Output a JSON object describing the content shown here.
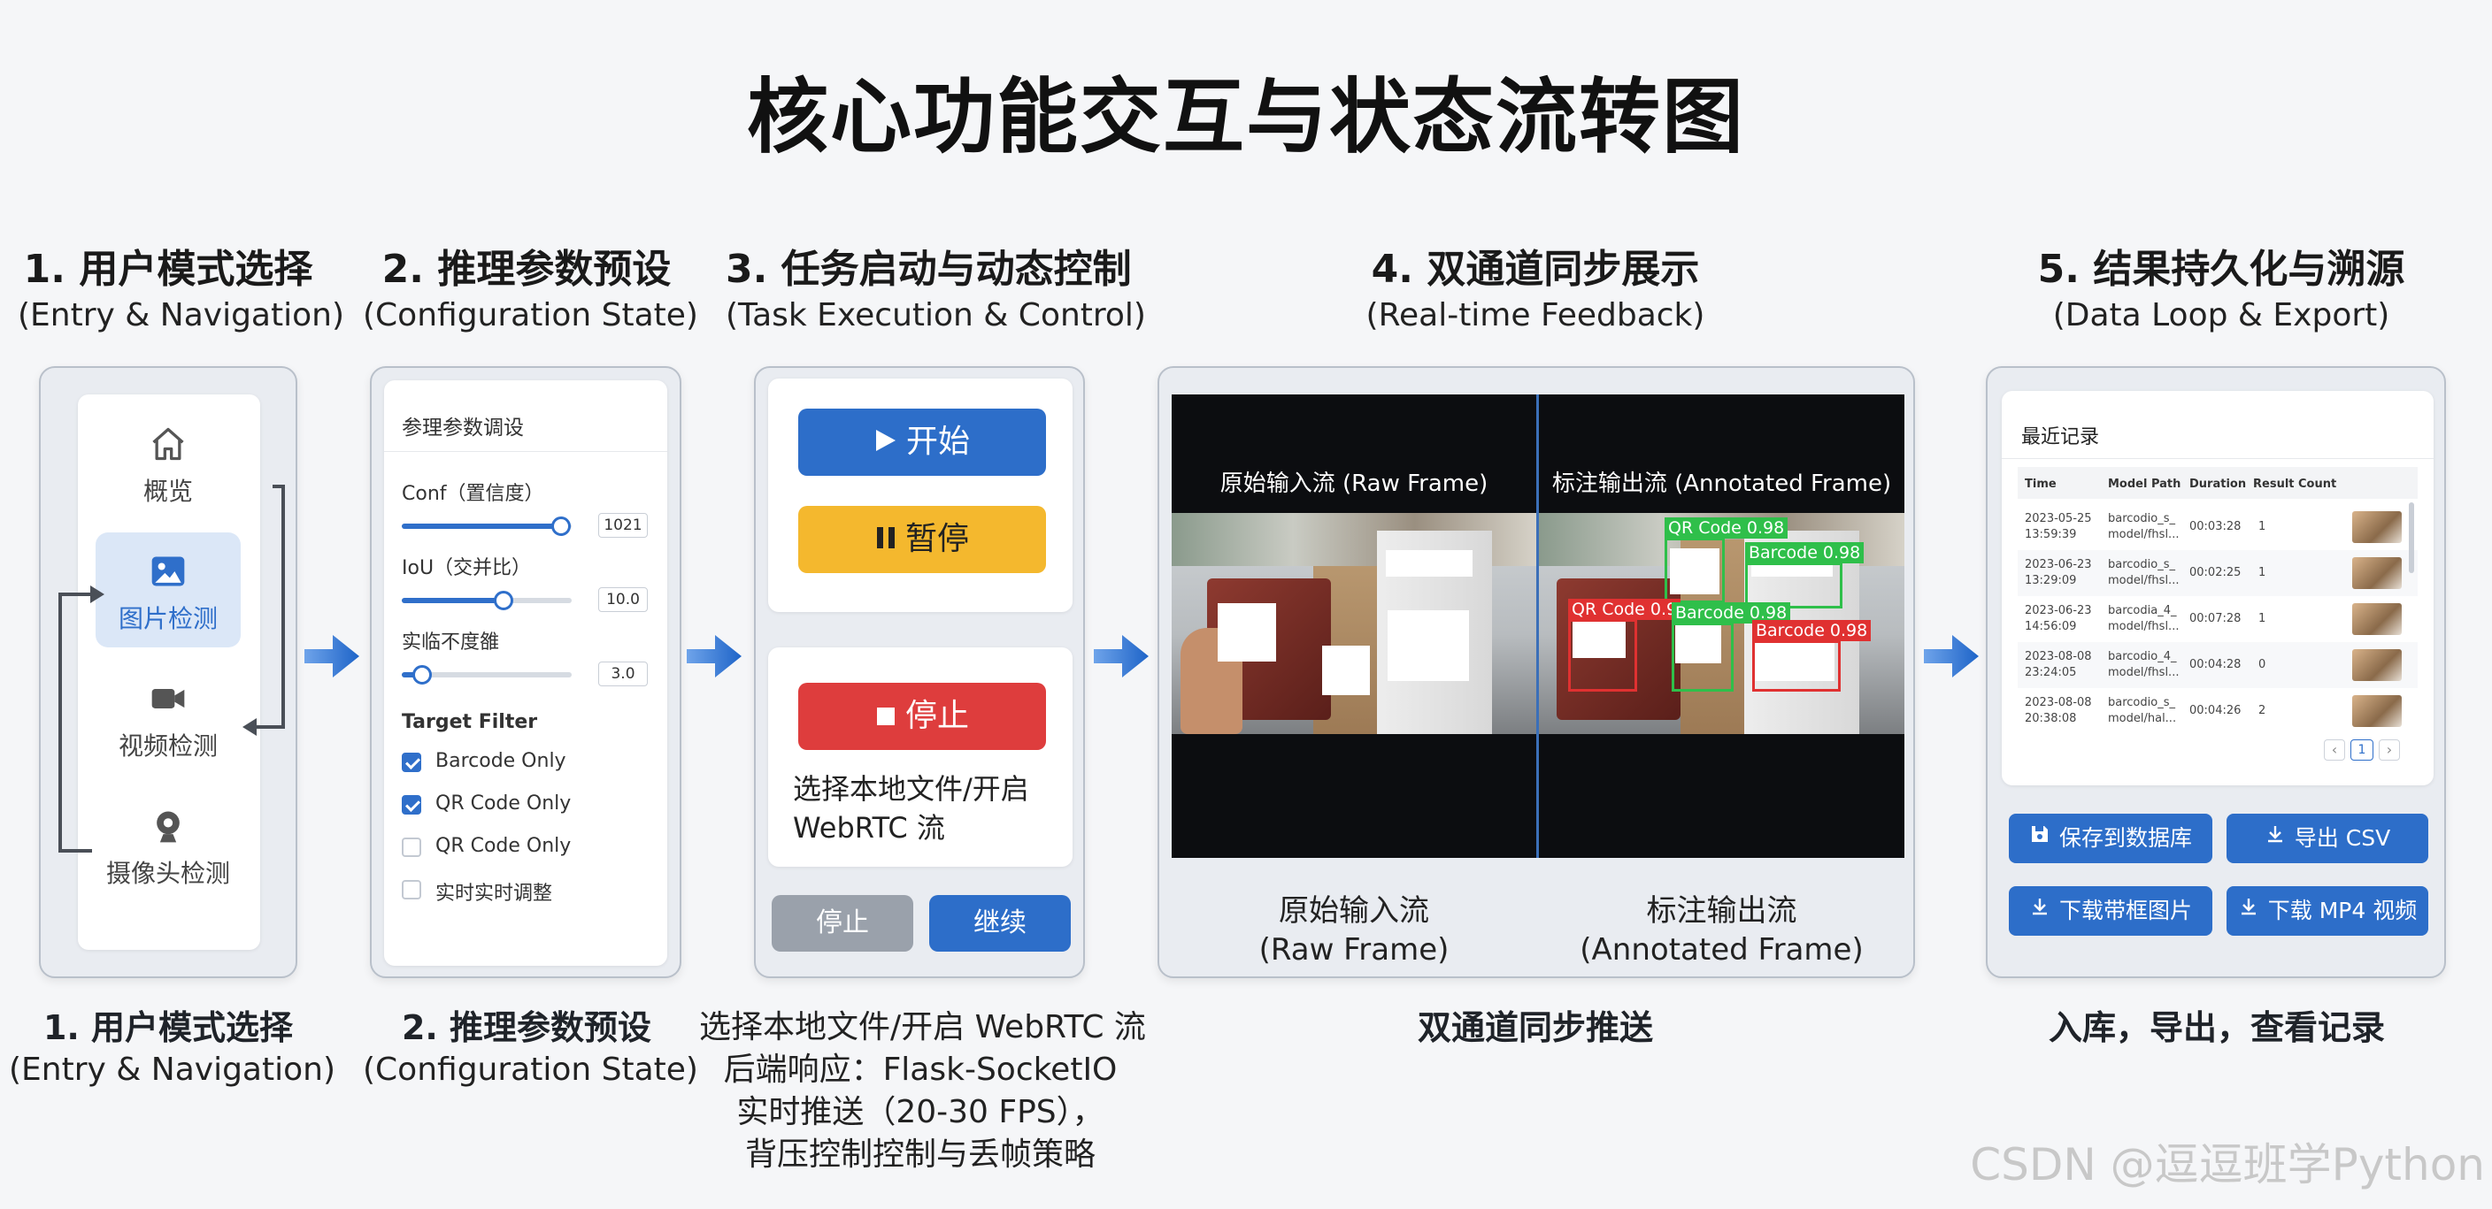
{
  "title": "核心功能交互与状态流转图",
  "stages": [
    {
      "title": "1. 用户模式选择",
      "subtitle": "(Entry & Navigation)"
    },
    {
      "title": "2. 推理参数预设",
      "subtitle": "(Configuration State)"
    },
    {
      "title": "3. 任务启动与动态控制",
      "subtitle": "(Task Execution & Control)"
    },
    {
      "title": "4. 双通道同步展示",
      "subtitle": "(Real-time Feedback)"
    },
    {
      "title": "5. 结果持久化与溯源",
      "subtitle": "(Data Loop & Export)"
    }
  ],
  "nav": {
    "items": [
      {
        "label": "概览",
        "icon": "home-icon"
      },
      {
        "label": "图片检测",
        "icon": "image-icon"
      },
      {
        "label": "视频检测",
        "icon": "video-camera-icon"
      },
      {
        "label": "摄像头检测",
        "icon": "webcam-icon"
      }
    ],
    "active": "图片检测"
  },
  "params": {
    "heading": "参理参数调设",
    "sliders": [
      {
        "label": "Conf（置信度）",
        "value": "1021",
        "level": 0.94
      },
      {
        "label": "IoU（交并比）",
        "value": "10.0",
        "level": 0.6
      },
      {
        "label": "实临不度雒",
        "value": "3.0",
        "level": 0.12
      }
    ],
    "filter_heading": "Target Filter",
    "filters": [
      {
        "label": "Barcode Only",
        "checked": true
      },
      {
        "label": "QR Code Only",
        "checked": true
      },
      {
        "label": "QR Code Only",
        "checked": false
      },
      {
        "label": "实时实时调整",
        "checked": false
      }
    ]
  },
  "control": {
    "start_label": "开始",
    "pause_label": "暂停",
    "stop_label": "停止",
    "source_text_1": "选择本地文件/开启",
    "source_text_2": "WebRTC 流",
    "stop_small_label": "停止",
    "resume_label": "继续"
  },
  "feedback": {
    "raw_header": "原始输入流 (Raw Frame)",
    "annotated_header": "标注输出流 (Annotated Frame)",
    "detections": [
      {
        "label": "QR Code 0.98",
        "color": "#2fbf4a"
      },
      {
        "label": "Barcode 0.98",
        "color": "#2fbf4a"
      },
      {
        "label": "QR Code 0.9",
        "color": "#e03131"
      },
      {
        "label": "Barcode 0.98",
        "color": "#2fbf4a"
      },
      {
        "label": "Barcode 0.98",
        "color": "#e03131"
      }
    ],
    "raw_caption_1": "原始输入流",
    "raw_caption_2": "(Raw Frame)",
    "annotated_caption_1": "标注输出流",
    "annotated_caption_2": "(Annotated Frame)"
  },
  "records": {
    "heading": "最近记录",
    "columns": [
      "Time",
      "Model Path",
      "Duration",
      "Result Count"
    ],
    "rows": [
      {
        "time": [
          "2023-05-25",
          "13:59:39"
        ],
        "model": [
          "barcodio_s_",
          "model/fhsl..."
        ],
        "duration": "00:03:28",
        "count": "1"
      },
      {
        "time": [
          "2023-06-23",
          "13:29:09"
        ],
        "model": [
          "barcodio_s_",
          "model/fhsl..."
        ],
        "duration": "00:02:25",
        "count": "1"
      },
      {
        "time": [
          "2023-06-23",
          "14:56:09"
        ],
        "model": [
          "barcodia_4_",
          "model/fhsl..."
        ],
        "duration": "00:07:28",
        "count": "1"
      },
      {
        "time": [
          "2023-08-08",
          "23:24:05"
        ],
        "model": [
          "barcodio_4_",
          "model/fhsl..."
        ],
        "duration": "00:04:28",
        "count": "0"
      },
      {
        "time": [
          "2023-08-08",
          "20:38:08"
        ],
        "model": [
          "barcodio_s_",
          "model/hal..."
        ],
        "duration": "00:04:26",
        "count": "2"
      }
    ],
    "pager": {
      "prev": "‹",
      "page": "1",
      "next": "›"
    },
    "actions": [
      "保存到数据库",
      "导出 CSV",
      "下载带框图片",
      "下载 MP4 视频"
    ]
  },
  "captions": {
    "c1_title": "1. 用户模式选择",
    "c1_sub": "(Entry & Navigation)",
    "c2_title": "2. 推理参数预设",
    "c2_sub": "(Configuration State)",
    "c3_lines": [
      "选择本地文件/开启 WebRTC 流",
      "后端响应：Flask-SocketIO",
      "实时推送（20-30 FPS），",
      "背压控制控制与丢帧策略"
    ],
    "c4": "双通道同步推送",
    "c5": "入库，导出，查看记录"
  },
  "watermark": "CSDN @逗逗班学Python",
  "colors": {
    "primary": "#2f6fca",
    "start": "#2d6ec9",
    "pause": "#f4b82e",
    "stop": "#de3d3d",
    "resume": "#2d6ec9",
    "grey": "#9aa1ab"
  }
}
